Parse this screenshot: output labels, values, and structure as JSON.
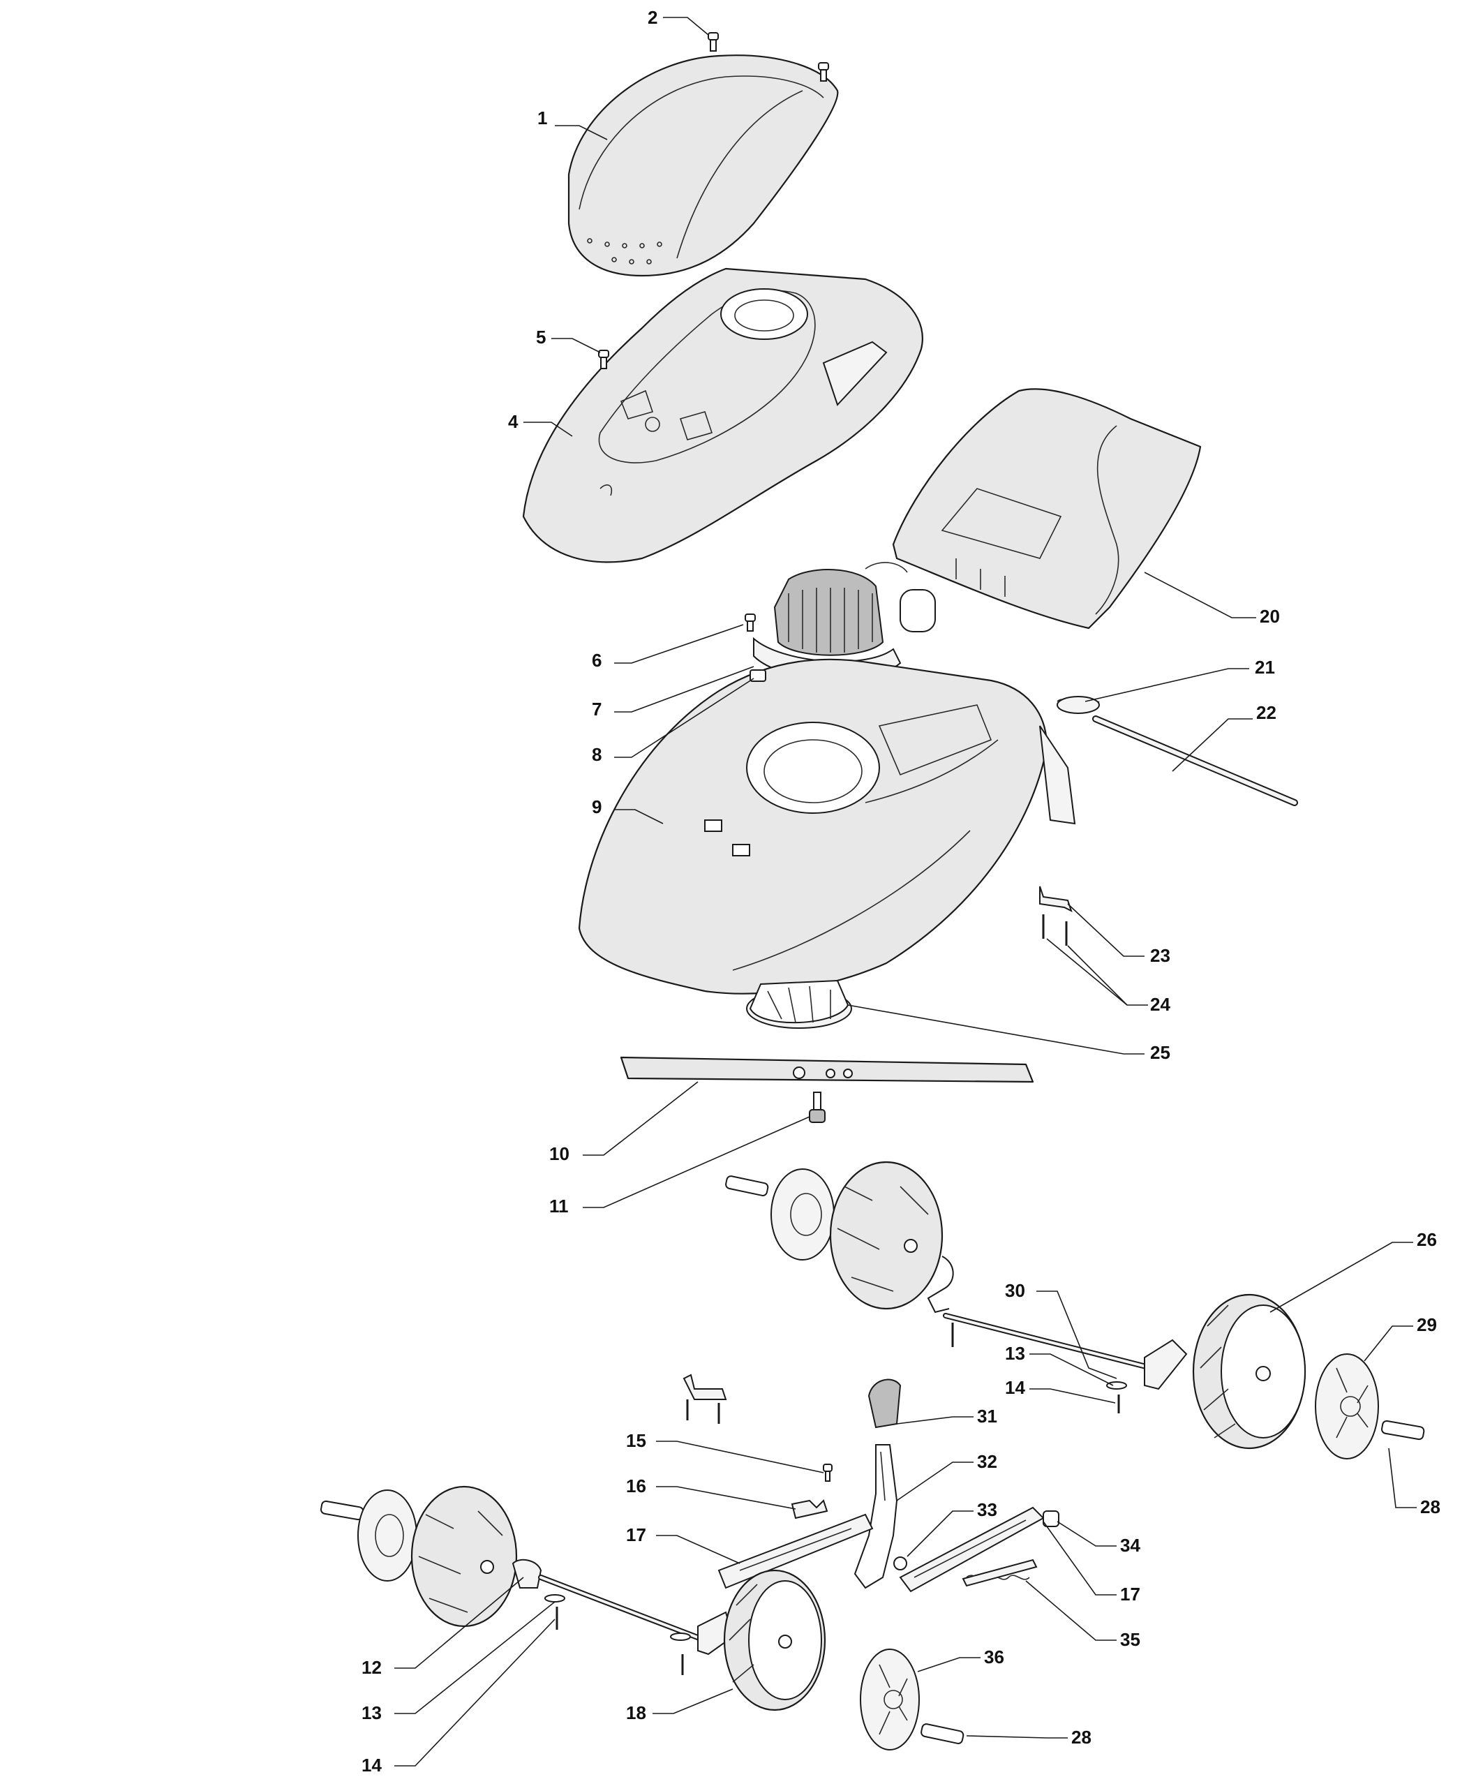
{
  "callouts": {
    "c1": "1",
    "c2": "2",
    "c4": "4",
    "c5": "5",
    "c6": "6",
    "c7": "7",
    "c8": "8",
    "c9": "9",
    "c10": "10",
    "c11": "11",
    "c12": "12",
    "c13a": "13",
    "c13b": "13",
    "c14a": "14",
    "c14b": "14",
    "c15": "15",
    "c16": "16",
    "c17a": "17",
    "c17b": "17",
    "c18": "18",
    "c20": "20",
    "c21": "21",
    "c22": "22",
    "c23": "23",
    "c24": "24",
    "c25": "25",
    "c26": "26",
    "c28a": "28",
    "c28b": "28",
    "c29": "29",
    "c30": "30",
    "c31": "31",
    "c32": "32",
    "c33": "33",
    "c34": "34",
    "c35": "35",
    "c36": "36"
  }
}
